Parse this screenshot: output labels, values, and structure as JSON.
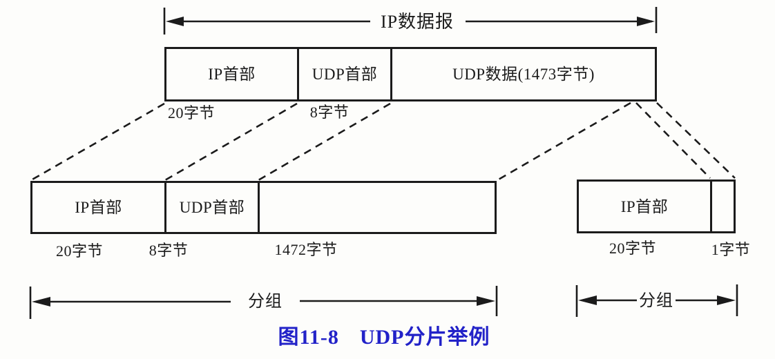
{
  "colors": {
    "ink": "#1b1b1b",
    "caption_blue": "#2222c8",
    "background": "#fdfdfb"
  },
  "top_span_arrow": {
    "label": "IP数据报"
  },
  "datagram": {
    "segments": [
      {
        "label": "IP首部",
        "size_label": "20字节"
      },
      {
        "label": "UDP首部",
        "size_label": "8字节"
      },
      {
        "label": "UDP数据(1473字节)",
        "size_label": ""
      }
    ]
  },
  "fragment1": {
    "segments": [
      {
        "label": "IP首部",
        "size_label": "20字节"
      },
      {
        "label": "UDP首部",
        "size_label": "8字节"
      },
      {
        "label": "",
        "size_label": "1472字节"
      }
    ],
    "span_arrow_label": "分组"
  },
  "fragment2": {
    "segments": [
      {
        "label": "IP首部",
        "size_label": "20字节"
      },
      {
        "label": "",
        "size_label": "1字节"
      }
    ],
    "span_arrow_label": "分组"
  },
  "caption": {
    "figure_no": "图11-8",
    "title": "UDP分片举例"
  }
}
